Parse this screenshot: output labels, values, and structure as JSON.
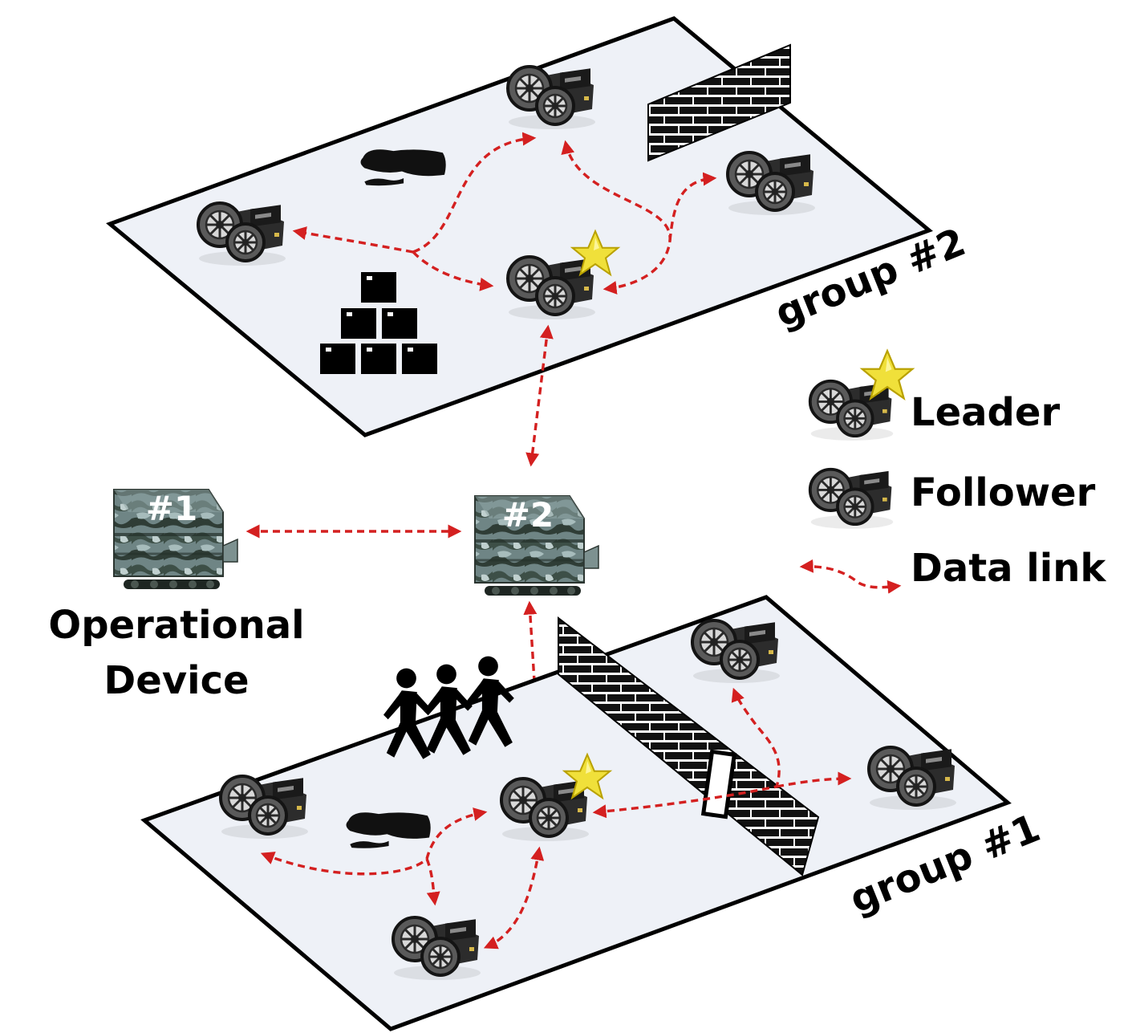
{
  "groups": {
    "upper_label": "group #2",
    "lower_label": "group #1"
  },
  "devices": {
    "device_1_label": "#1",
    "device_2_label": "#2",
    "caption_line1": "Operational",
    "caption_line2": "Device"
  },
  "legend": {
    "leader": "Leader",
    "follower": "Follower",
    "data_link": "Data link"
  },
  "colors": {
    "link": "#d42020",
    "plane": "#eef1f7",
    "star": "#f0e03a",
    "camo_dark": "#3d4f47",
    "camo_light": "#8fa5a6"
  },
  "icons": {
    "robot": "wheeled-robot-icon",
    "star": "leader-star-icon",
    "device": "camouflage-vehicle-icon",
    "obstacles": [
      "brick-wall-icon",
      "stacked-boxes-icon",
      "puddle-icon",
      "running-people-icon"
    ]
  }
}
